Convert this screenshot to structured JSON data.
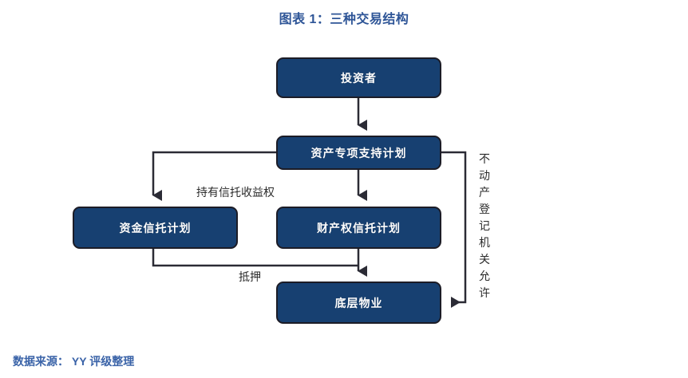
{
  "figure": {
    "title": "图表 1：三种交易结构",
    "title_color": "#2e5597",
    "box_fill": "#174071",
    "box_border": "#1c1c26",
    "connector_color": "#2b2b35",
    "source": "数据来源： YY 评级整理",
    "source_color": "#3a63a8"
  },
  "nodes": [
    {
      "id": "investor",
      "label": "投资者"
    },
    {
      "id": "abs-plan",
      "label": "资产专项支持计划"
    },
    {
      "id": "fund-trust",
      "label": "资金信托计划"
    },
    {
      "id": "property-trust",
      "label": "财产权信托计划"
    },
    {
      "id": "underlying",
      "label": "底层物业"
    }
  ],
  "edge_labels": {
    "hold_trust_rights": "持有信托收益权",
    "mortgage": "抵押"
  },
  "vertical_label": {
    "text": "不动产登记机关允许",
    "chars": [
      "不",
      "动",
      "产",
      "登",
      "记",
      "机",
      "关",
      "允",
      "许"
    ]
  }
}
